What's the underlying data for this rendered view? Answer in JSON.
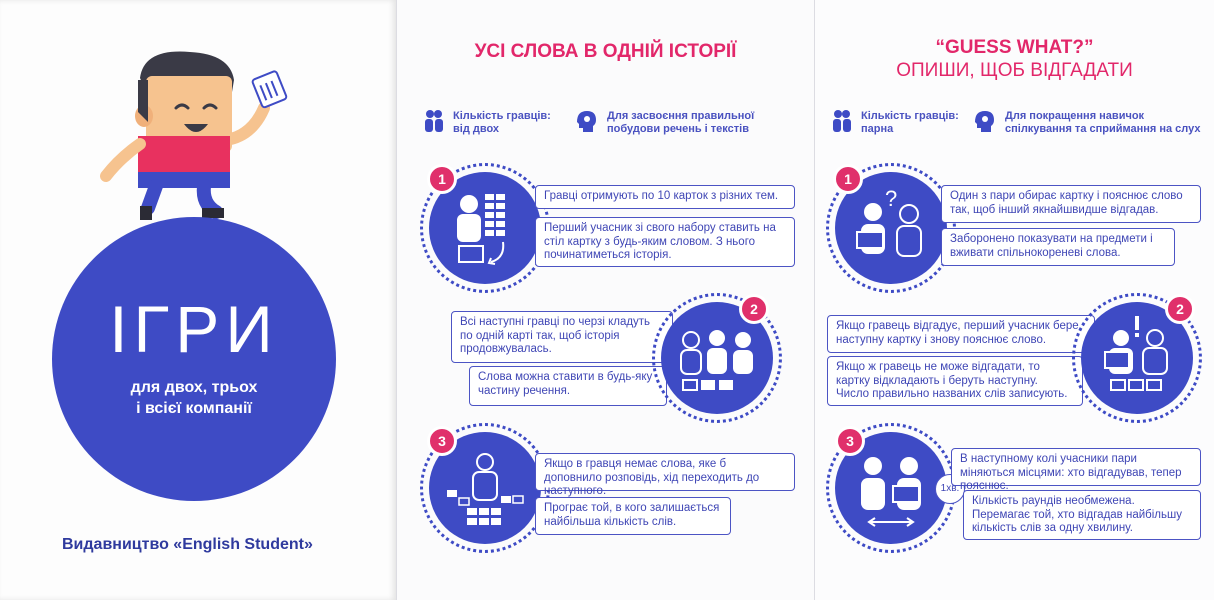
{
  "cover": {
    "title": "ІГРИ",
    "subtitle_line1": "для двох, трьох",
    "subtitle_line2": "і всієї компанії",
    "publisher": "Видавництво «English Student»"
  },
  "game1": {
    "title": "УСІ СЛОВА В ОДНІЙ ІСТОРІЇ",
    "players_label": "Кількість гравців:",
    "players_value": "від двох",
    "purpose_line1": "Для засвоєння правильної",
    "purpose_line2": "побудови речень і текстів",
    "steps": [
      {
        "number": "1",
        "texts": [
          "Гравці отримують по 10 карток з різних тем.",
          "Перший учасник зі свого набору ставить на стіл картку з будь-яким словом. З нього починатиметься історія."
        ]
      },
      {
        "number": "2",
        "texts": [
          "Всі наступні гравці по черзі кладуть по одній карті так, щоб історія продовжувалась.",
          "Слова можна ставити в будь-яку частину речення."
        ]
      },
      {
        "number": "3",
        "texts": [
          "Якщо в гравця немає слова, яке б доповнило розповідь, хід переходить до наступного.",
          "Програє той, в кого залишається найбільша кількість слів."
        ]
      }
    ]
  },
  "game2": {
    "title_line1": "“GUESS WHAT?”",
    "title_line2": "ОПИШИ, ЩОБ ВІДГАДАТИ",
    "players_label": "Кількість гравців:",
    "players_value": "парна",
    "purpose_line1": "Для покращення навичок",
    "purpose_line2": "спілкування та сприймання на слух",
    "timer": "1хв.",
    "steps": [
      {
        "number": "1",
        "texts": [
          "Один з пари обирає картку і пояснює слово так, щоб інший якнайшвидше відгадав.",
          "Заборонено показувати на предмети і вживати спільнокореневі слова."
        ]
      },
      {
        "number": "2",
        "texts": [
          "Якщо гравець відгадує, перший учасник бере наступну картку і знову пояснює слово.",
          "Якщо ж гравець не може відгадати, то картку відкладають і беруть наступну. Число правильно названих слів записують."
        ]
      },
      {
        "number": "3",
        "texts": [
          "В наступному колі учасники пари міняються місцями: хто відгадував, тепер пояснює.",
          "Кількість раундів необмежена. Перемагає той, хто відгадав найбільшу кількість слів за одну хвилину."
        ]
      }
    ]
  },
  "colors": {
    "accent_blue": "#3e4bc5",
    "accent_pink": "#e0306b"
  }
}
